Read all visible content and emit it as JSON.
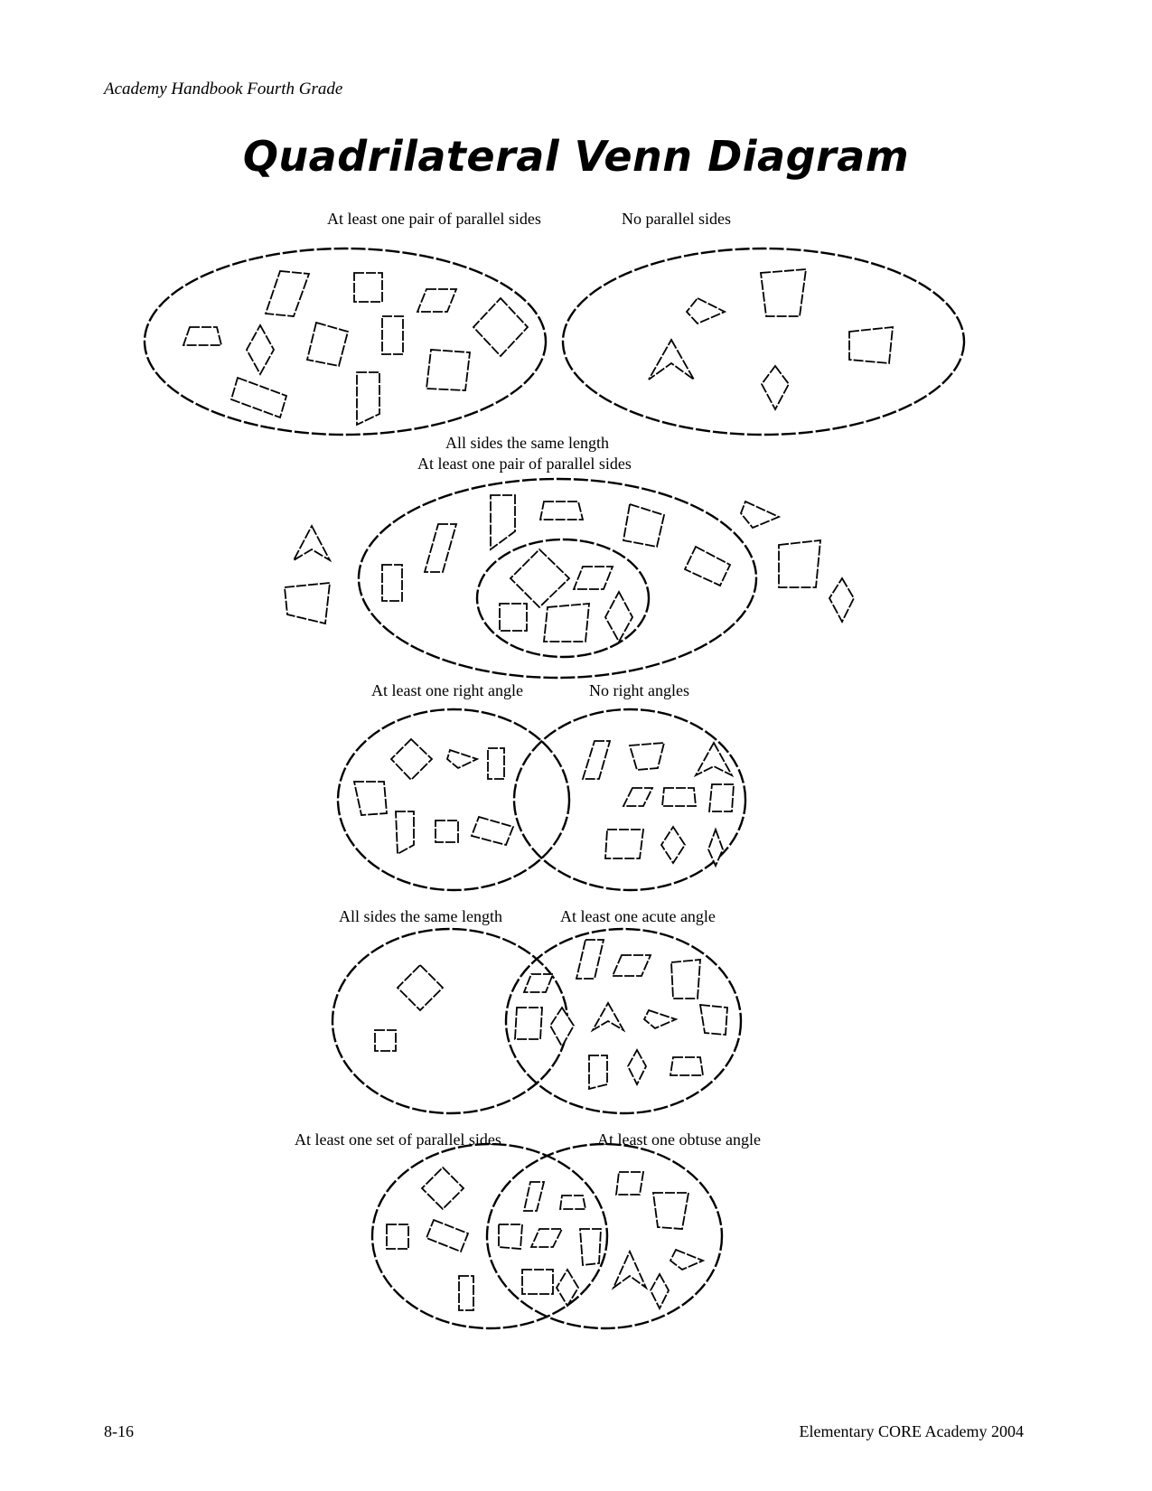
{
  "header": {
    "text": "Academy Handbook Fourth Grade"
  },
  "title": "Quadrilateral Venn Diagram",
  "diagrams": [
    {
      "labels": [
        "At least one pair of parallel sides",
        "No parallel sides"
      ]
    },
    {
      "labels": [
        "All sides the same length",
        "At least one pair of parallel sides"
      ]
    },
    {
      "labels": [
        "At least one right angle",
        "No right angles"
      ]
    },
    {
      "labels": [
        "All sides the same length",
        "At least one acute angle"
      ]
    },
    {
      "labels": [
        "At least one set of parallel sides",
        "At least one obtuse angle"
      ]
    }
  ],
  "footer": {
    "page_number": "8-16",
    "source": "Elementary CORE Academy 2004"
  }
}
